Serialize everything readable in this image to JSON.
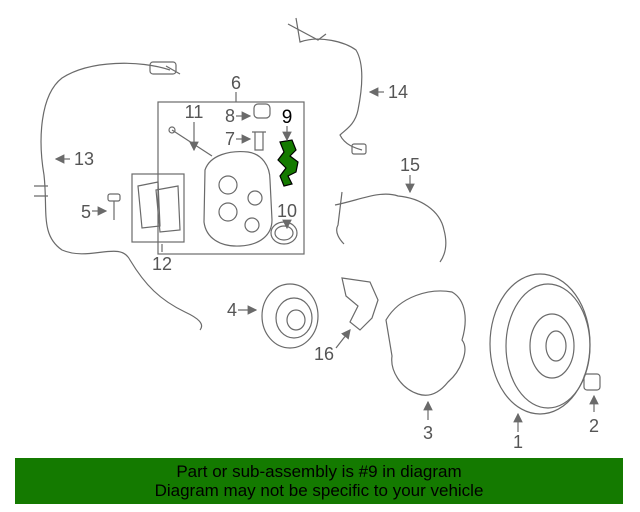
{
  "callouts": {
    "c1": "1",
    "c2": "2",
    "c3": "3",
    "c4": "4",
    "c5": "5",
    "c6": "6",
    "c7": "7",
    "c8": "8",
    "c9": "9",
    "c10": "10",
    "c11": "11",
    "c12": "12",
    "c13": "13",
    "c14": "14",
    "c15": "15",
    "c16": "16"
  },
  "highlighted_part": "9",
  "highlight_color": "#147a00",
  "banner": {
    "line1": "Part or sub-assembly is #9 in diagram",
    "line2": "Diagram may not be specific to your vehicle",
    "background": "#147a00"
  }
}
